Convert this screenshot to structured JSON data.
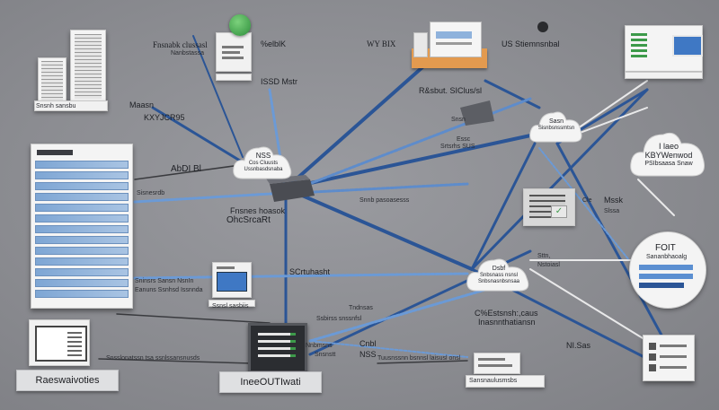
{
  "colors": {
    "background": "#8d8e92",
    "link_blue": "#2f5d9e",
    "link_light": "#5b8fd1",
    "card": "#f1f1f1",
    "accent_green": "#3d9a4a",
    "accent_orange": "#e39a4f"
  },
  "labels": {
    "top_left_1": "Fnsnabk clussasl",
    "top_left_2": "Nanbstassa",
    "top_mid": "%elblK",
    "top_wan": "WY BIX",
    "top_right": "US Stiemnsnbal",
    "mid_top": "ISSD Mstr",
    "mid_top2": "R&sbut. SIClus/sl",
    "left_m1": "Maasn",
    "left_m2": "KXYJCR95",
    "left_adcl": "AbDI Bl",
    "left_sw": "Sisnesrdb",
    "center_1": "Fnsnes hoasok",
    "center_2": "OhcSrcaRt",
    "center_3": "SCrtuhasht",
    "mid_right_1": "Snsn",
    "mid_right_2": "Essc",
    "mid_right_3": "Srtsrhs SUS",
    "mid_right_4": "Snnb pasoasesss",
    "right_hsd": "Mssk",
    "right_small1": "Cle",
    "right_small2": "Slssa",
    "lower_1": "Sttn,",
    "lower_2": "Nstoiasl",
    "lower_3": "Tndnsas",
    "lower_4": "Ssbirss snssnfsl",
    "bottom_1": "C%Estsnsh:,caus",
    "bottom_2": "Inasnnthatiansn",
    "bottom_right": "NI.Sas",
    "bottom_3": "Cnbl",
    "bottom_4": "NSS",
    "bottom_5": "Snsslonatssn tsa ssnlssansnusds",
    "bottom_6": "Tuusnssnn bsnnsl laisusl onsl",
    "bottom_7": "Sansnaulusmsbs",
    "left_srv": "Sninsrs  Sansn  NsnIn",
    "left_srv2": "Eanuns  Ssnhsd  Issnnda",
    "left_box_cap": "Ssnsl sasbiis",
    "left_top_cap": "Snsnh sansbu",
    "left_lbl_3": "Nnbmsns",
    "left_lbl_4": "Snsnstt"
  },
  "clouds": {
    "c1": {
      "title": "NSS",
      "line1": "Cos Cluusts",
      "line2": "Ussnbasdsnaba"
    },
    "c2": {
      "title": "Sasn",
      "line1": "Sisnbsnssmtsn"
    },
    "c3": {
      "title": "Dsbf",
      "line1": "Snbsnass nsnsl",
      "line2": "Snbsnasnbsnsaa"
    },
    "c4": {
      "title": "I laeo",
      "line1": "KBYWenwod",
      "line2": "PSIbsaasa Snaw"
    },
    "c5": {
      "title": "FOIT",
      "line1": "Sananbhaoalg"
    }
  },
  "plates": {
    "left_plate": "Raeswaivoties",
    "center_plate": "IneeOUTIwati"
  }
}
